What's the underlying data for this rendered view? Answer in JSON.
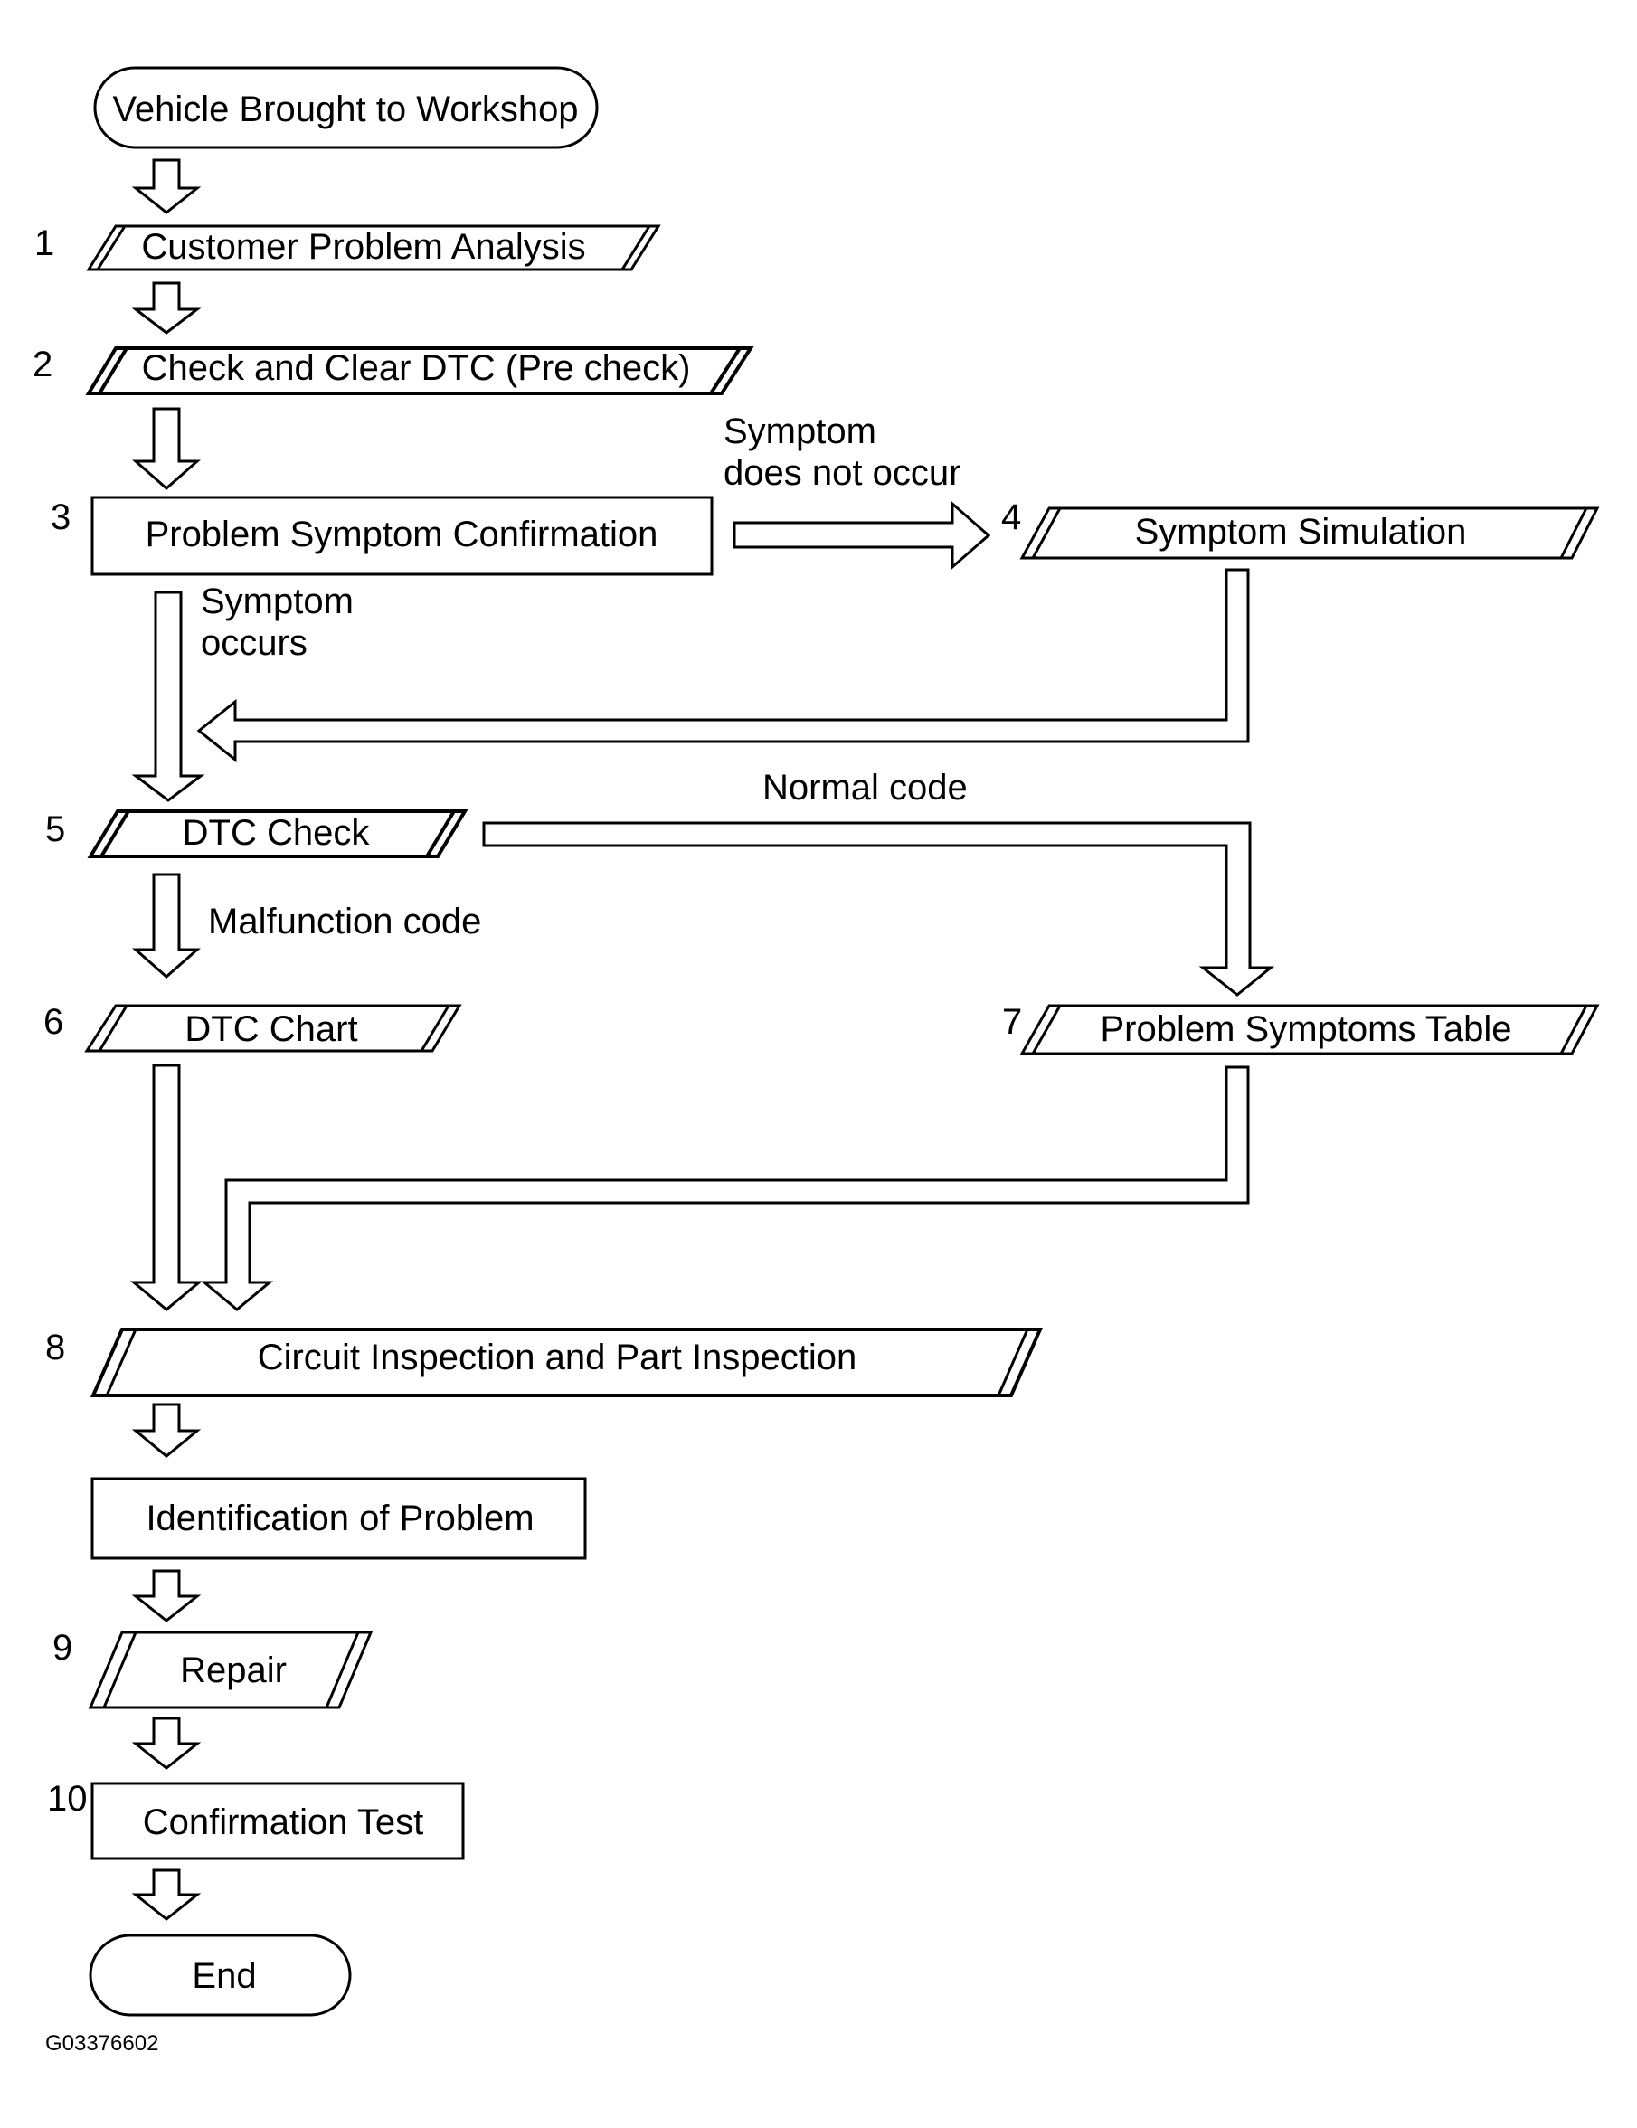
{
  "nodes": {
    "start": "Vehicle Brought to Workshop",
    "n1": "Customer Problem Analysis",
    "n2": "Check and Clear DTC (Pre check)",
    "n3": "Problem Symptom Confirmation",
    "n4": "Symptom Simulation",
    "n5": "DTC Check",
    "n6": "DTC Chart",
    "n7": "Problem Symptoms Table",
    "n8": "Circuit Inspection and Part Inspection",
    "identify": "Identification of Problem",
    "n9": "Repair",
    "n10": "Confirmation Test",
    "end": "End"
  },
  "step_numbers": {
    "s1": "1",
    "s2": "2",
    "s3": "3",
    "s4": "4",
    "s5": "5",
    "s6": "6",
    "s7": "7",
    "s8": "8",
    "s9": "9",
    "s10": "10"
  },
  "labels": {
    "not_occur_line1": "Symptom",
    "not_occur_line2": "does not occur",
    "occurs_line1": "Symptom",
    "occurs_line2": "occurs",
    "normal_code": "Normal code",
    "malfunction_code": "Malfunction code"
  },
  "figure_id": "G03376602"
}
